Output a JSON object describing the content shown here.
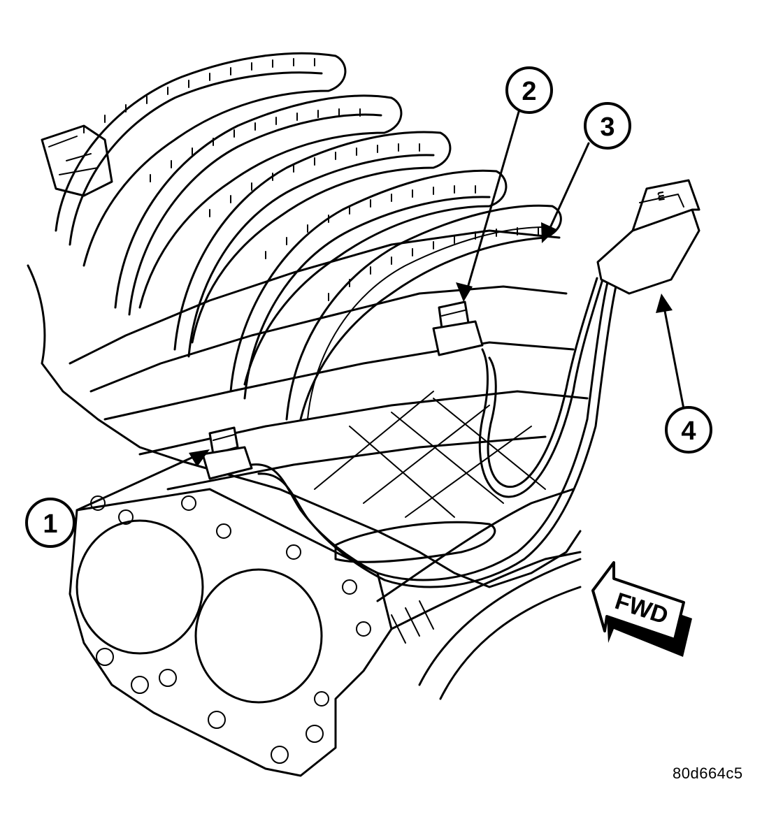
{
  "callouts": [
    {
      "id": "1",
      "label": "1"
    },
    {
      "id": "2",
      "label": "2"
    },
    {
      "id": "3",
      "label": "3"
    },
    {
      "id": "4",
      "label": "4"
    }
  ],
  "direction_label": "FWD",
  "connector_marking": "m",
  "figure_id": "80d664c5"
}
